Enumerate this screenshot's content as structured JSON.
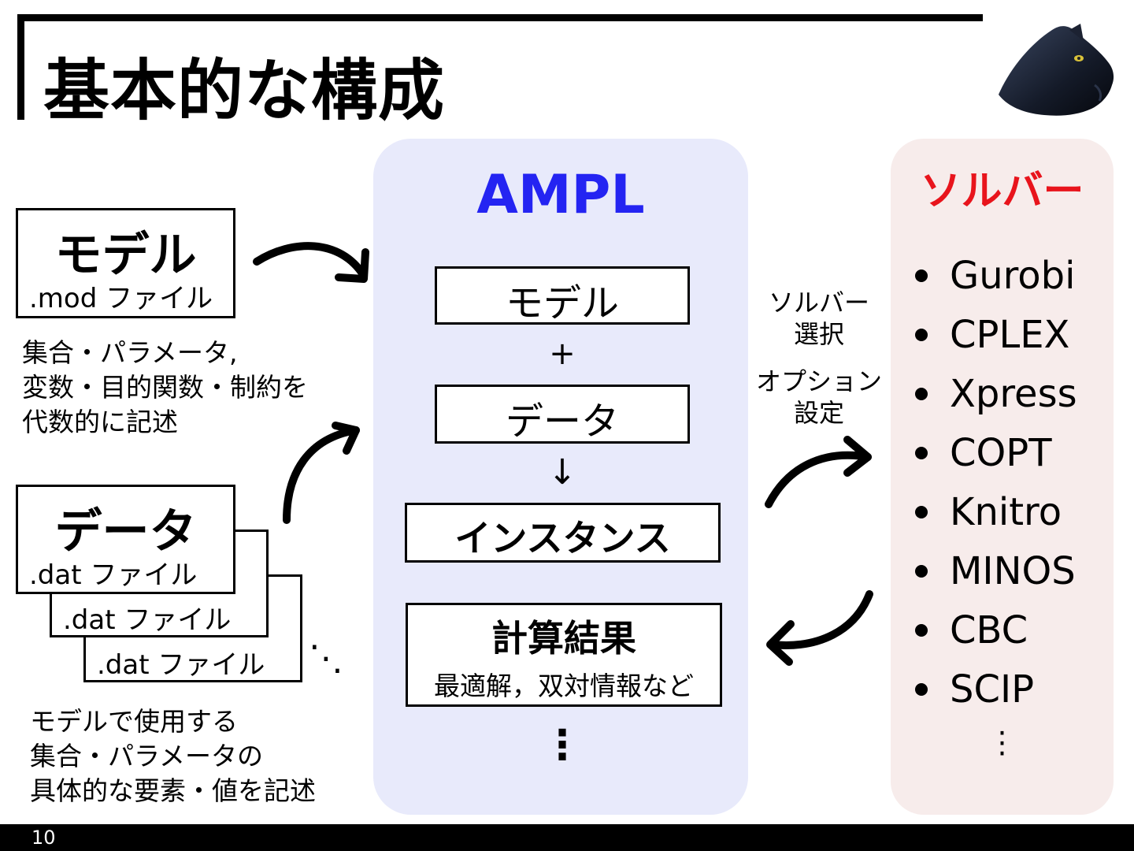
{
  "title": "基本的な構成",
  "model_file": {
    "title": "モデル",
    "subtitle": ".mod ファイル"
  },
  "model_desc": [
    "集合・パラメータ,",
    "変数・目的関数・制約を",
    "代数的に記述"
  ],
  "data_file": {
    "title": "データ",
    "subtitle": ".dat ファイル",
    "stack_subtitle_2": ".dat ファイル",
    "stack_subtitle_3": ".dat ファイル",
    "more_dots": "⋱"
  },
  "data_desc": [
    "モデルで使用する",
    "集合・パラメータの",
    "具体的な要素・値を記述"
  ],
  "ampl": {
    "title": "AMPL",
    "model_label": "モデル",
    "plus": "+",
    "data_label": "データ",
    "down_arrow": "↓",
    "instance_label": "インスタンス",
    "result_title": "計算結果",
    "result_sub": "最適解，双対情報など",
    "more": "⋮"
  },
  "middle": {
    "solver_select": [
      "ソルバー",
      "選択"
    ],
    "option_set": [
      "オプション",
      "設定"
    ]
  },
  "solvers": {
    "title": "ソルバー",
    "items": [
      "Gurobi",
      "CPLEX",
      "Xpress",
      "COPT",
      "Knitro",
      "MINOS",
      "CBC",
      "SCIP"
    ],
    "more": "⋮"
  },
  "page_number": "10",
  "colors": {
    "ampl_title": "#2424f2",
    "solver_title": "#e8141c",
    "ampl_panel": "#e8eafb",
    "solver_panel": "#f7eceb"
  },
  "icons": {
    "logo": "panther-logo-icon"
  }
}
